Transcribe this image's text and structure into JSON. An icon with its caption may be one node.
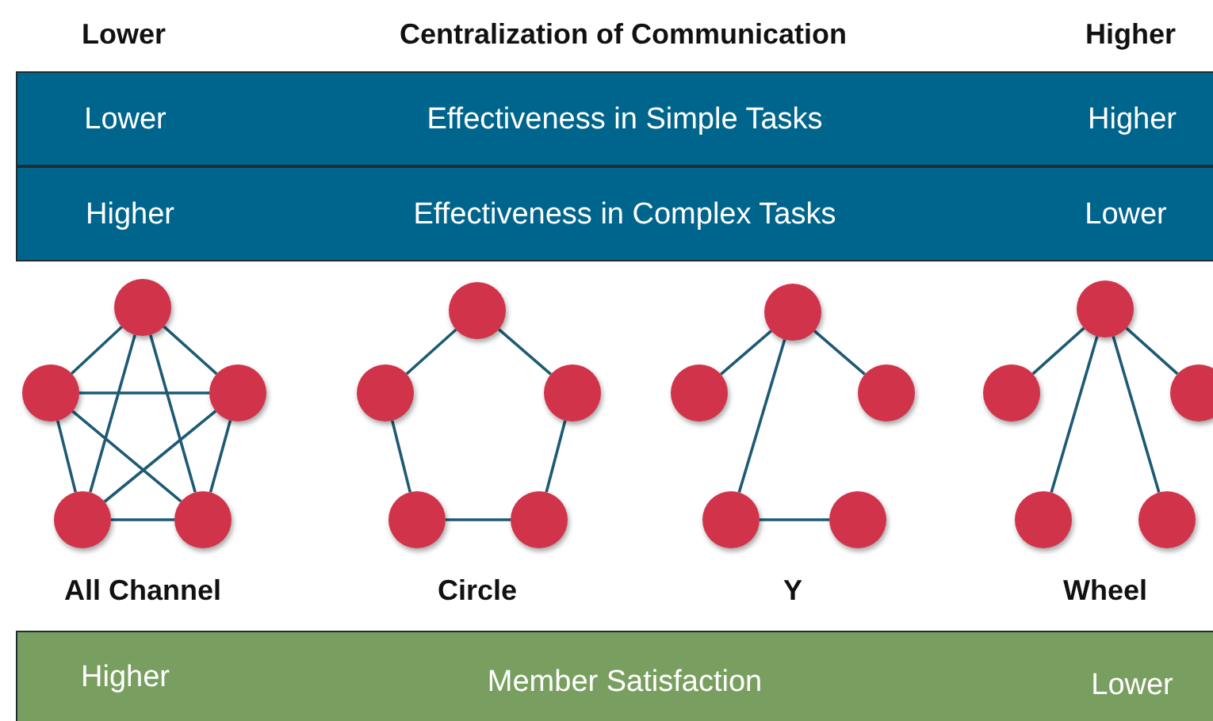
{
  "diagram": {
    "nodes": [
      {
        "text": [
          "Lower",
          "Effectiveness in Simple Tasks",
          "Higher"
        ]
      },
      {
        "text": [
          "Higher",
          "Effectiveness in Complex Tasks",
          "Lower"
        ]
      },
      {
        "text": [],
        "shape": "circle"
      },
      {
        "text": [],
        "shape": "circle"
      },
      {
        "text": [],
        "shape": "circle"
      },
      {
        "text": [],
        "shape": "circle"
      },
      {
        "text": [],
        "shape": "circle"
      },
      {
        "text": [],
        "shape": "circle"
      },
      {
        "text": [],
        "shape": "circle"
      },
      {
        "text": [],
        "shape": "circle"
      },
      {
        "text": [],
        "shape": "circle"
      },
      {
        "text": [],
        "shape": "circle"
      },
      {
        "text": [],
        "shape": "circle"
      },
      {
        "text": [],
        "shape": "circle"
      },
      {
        "text": [],
        "shape": "circle"
      },
      {
        "text": [],
        "shape": "circle"
      },
      {
        "text": [],
        "shape": "circle"
      },
      {
        "text": [],
        "shape": "circle"
      },
      {
        "text": [],
        "shape": "circle"
      },
      {
        "text": [],
        "shape": "circle"
      },
      {
        "text": [],
        "shape": "circle"
      },
      {
        "text": [],
        "shape": "circle"
      },
      {
        "text": [
          "Higher",
          "Member Satisfaction",
          "Lower"
        ]
      }
    ],
    "edges": [
      {
        "from": 2,
        "to": 3,
        "arrow": "none"
      },
      {
        "from": 2,
        "to": 4,
        "arrow": "none"
      },
      {
        "from": 2,
        "to": 5,
        "arrow": "none"
      },
      {
        "from": 2,
        "to": 6,
        "arrow": "none"
      },
      {
        "from": 3,
        "to": 4,
        "arrow": "none"
      },
      {
        "from": 3,
        "to": 5,
        "arrow": "none"
      },
      {
        "from": 3,
        "to": 6,
        "arrow": "none"
      },
      {
        "from": 4,
        "to": 5,
        "arrow": "none"
      },
      {
        "from": 4,
        "to": 6,
        "arrow": "none"
      },
      {
        "from": 5,
        "to": 6,
        "arrow": "none"
      },
      {
        "from": 7,
        "to": 8,
        "arrow": "none"
      },
      {
        "from": 7,
        "to": 9,
        "arrow": "none"
      },
      {
        "from": 8,
        "to": 10,
        "arrow": "none"
      },
      {
        "from": 9,
        "to": 11,
        "arrow": "none"
      },
      {
        "from": 10,
        "to": 11,
        "arrow": "none"
      },
      {
        "from": 12,
        "to": 13,
        "arrow": "none"
      },
      {
        "from": 12,
        "to": 14,
        "arrow": "none"
      },
      {
        "from": 12,
        "to": 15,
        "arrow": "none"
      },
      {
        "from": 15,
        "to": 16,
        "arrow": "none"
      },
      {
        "from": 17,
        "to": 18,
        "arrow": "none"
      },
      {
        "from": 17,
        "to": 19,
        "arrow": "none"
      },
      {
        "from": 17,
        "to": 20,
        "arrow": "none"
      },
      {
        "from": 17,
        "to": 21,
        "arrow": "none"
      }
    ],
    "labels": [
      "Lower",
      "Centralization of Communication",
      "Higher",
      "All Channel",
      "Circle",
      "Y",
      "Wheel"
    ]
  }
}
